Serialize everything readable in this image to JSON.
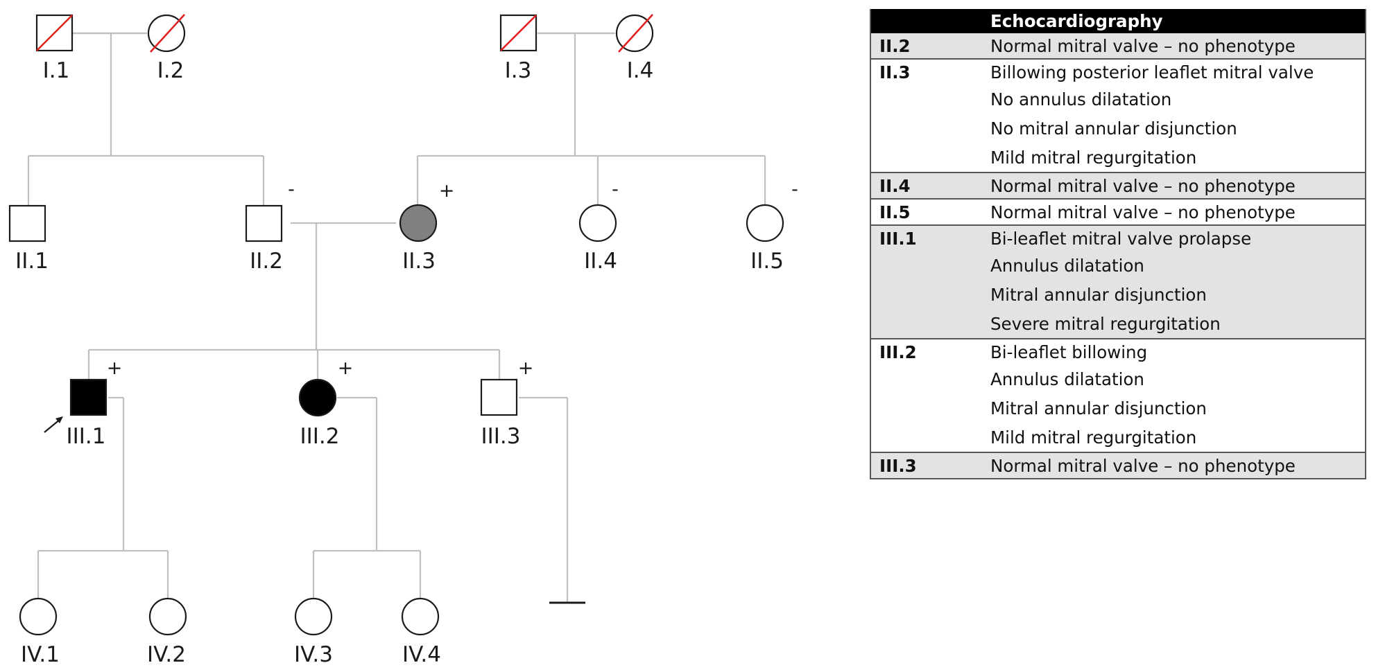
{
  "individuals": [
    {
      "id": "I.1",
      "sex": "male",
      "status": "deceased",
      "marker": ""
    },
    {
      "id": "I.2",
      "sex": "female",
      "status": "deceased",
      "marker": ""
    },
    {
      "id": "I.3",
      "sex": "male",
      "status": "deceased",
      "marker": ""
    },
    {
      "id": "I.4",
      "sex": "female",
      "status": "deceased",
      "marker": ""
    },
    {
      "id": "II.1",
      "sex": "male",
      "status": "unaffected",
      "marker": ""
    },
    {
      "id": "II.2",
      "sex": "male",
      "status": "unaffected",
      "marker": "-"
    },
    {
      "id": "II.3",
      "sex": "female",
      "status": "partially affected",
      "marker": "+"
    },
    {
      "id": "II.4",
      "sex": "female",
      "status": "unaffected",
      "marker": "-"
    },
    {
      "id": "II.5",
      "sex": "female",
      "status": "unaffected",
      "marker": "-"
    },
    {
      "id": "III.1",
      "sex": "male",
      "status": "affected proband",
      "marker": "+"
    },
    {
      "id": "III.2",
      "sex": "female",
      "status": "affected",
      "marker": "+"
    },
    {
      "id": "III.3",
      "sex": "male",
      "status": "unaffected",
      "marker": "+"
    },
    {
      "id": "IV.1",
      "sex": "female",
      "status": "unaffected",
      "marker": ""
    },
    {
      "id": "IV.2",
      "sex": "female",
      "status": "unaffected",
      "marker": ""
    },
    {
      "id": "IV.3",
      "sex": "female",
      "status": "unaffected",
      "marker": ""
    },
    {
      "id": "IV.4",
      "sex": "female",
      "status": "unaffected",
      "marker": ""
    }
  ],
  "colors": {
    "line": "#bfbfbf",
    "symbol_stroke": "#1a1a1a",
    "deceased_slash": "#e02020",
    "affected_fill": "#000000",
    "partial_fill": "#808080",
    "table_header_bg": "#000000",
    "table_shaded_row": "#e3e3e3"
  },
  "table": {
    "header": {
      "id": "",
      "label": "Echocardiography"
    },
    "groups": [
      {
        "id": "II.2",
        "findings": [
          "Normal mitral valve – no phenotype"
        ]
      },
      {
        "id": "II.3",
        "findings": [
          "Billowing posterior leaflet mitral valve",
          "No annulus dilatation",
          "No mitral annular disjunction",
          "Mild mitral regurgitation"
        ]
      },
      {
        "id": "II.4",
        "findings": [
          "Normal mitral valve – no phenotype"
        ]
      },
      {
        "id": "II.5",
        "findings": [
          "Normal mitral valve – no phenotype"
        ]
      },
      {
        "id": "III.1",
        "findings": [
          "Bi-leaflet mitral valve prolapse",
          "Annulus dilatation",
          "Mitral annular disjunction",
          "Severe mitral regurgitation"
        ]
      },
      {
        "id": "III.2",
        "findings": [
          "Bi-leaflet billowing",
          "Annulus dilatation",
          "Mitral annular disjunction",
          "Mild mitral regurgitation"
        ]
      },
      {
        "id": "III.3",
        "findings": [
          "Normal mitral valve – no phenotype"
        ]
      }
    ]
  }
}
